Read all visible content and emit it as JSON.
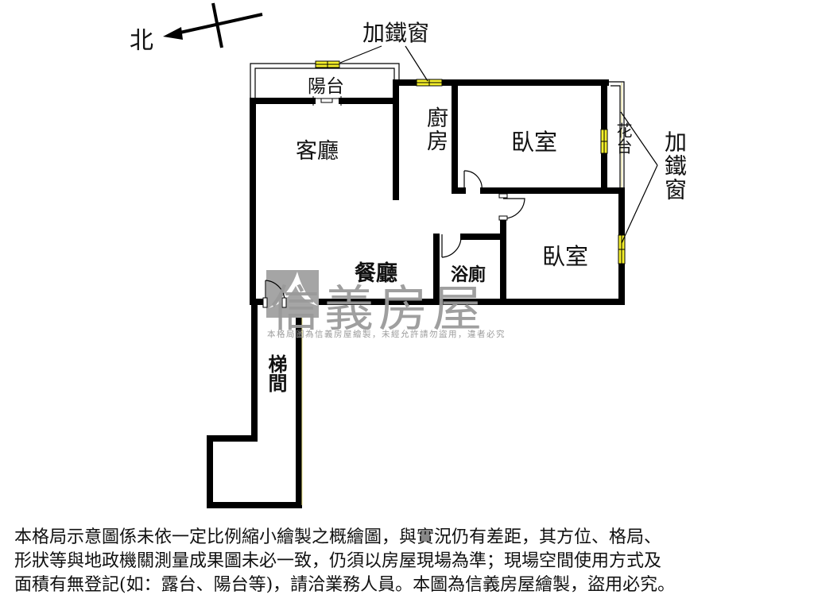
{
  "compass": {
    "north_label": "北",
    "icon": "north-arrow-icon"
  },
  "callouts": {
    "top_window_label": "加鐵窗",
    "right_window_label": "加鐵窗"
  },
  "rooms": {
    "balcony": "陽台",
    "living_room": "客廳",
    "kitchen": "廚房",
    "bedroom_1": "臥室",
    "flower_bed": "花台",
    "dining_room": "餐廳",
    "bathroom": "浴廁",
    "bedroom_2": "臥室",
    "stairwell": "梯間"
  },
  "watermark": {
    "brand": "信義房屋",
    "notice": "本格局圖為信義房屋繪製，未經允許請勿盜用，違者必究"
  },
  "colors": {
    "wall": "#000000",
    "window_fill": "#f5ef2a",
    "watermark": "#9a9a9a"
  },
  "disclaimer": {
    "lines": [
      "本格局示意圖係未依一定比例縮小繪製之概繪圖，與實況仍有差距，其方位、格局、",
      "形狀等與地政機關測量成果圖未必一致，仍須以房屋現場為準；現場空間使用方式及",
      "面積有無登記(如：露台、陽台等)，請洽業務人員。本圖為信義房屋繪製，盜用必究。"
    ]
  }
}
